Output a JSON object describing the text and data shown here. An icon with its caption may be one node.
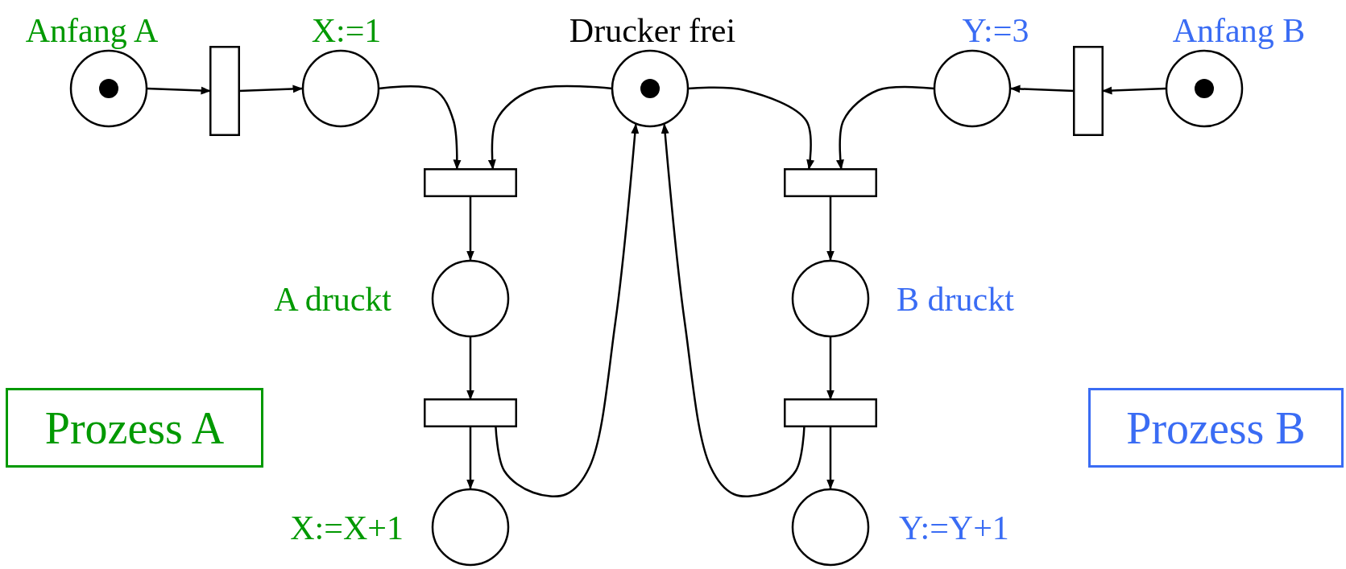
{
  "diagram": {
    "nodes": [
      {
        "text": [
          "Anfang A"
        ]
      },
      {
        "text": [],
        "shape": "bar"
      },
      {
        "text": [
          "X:=1"
        ]
      },
      {
        "text": [
          "Drucker frei"
        ]
      },
      {
        "text": [
          "Y:=3"
        ]
      },
      {
        "text": [],
        "shape": "bar"
      },
      {
        "text": [
          "Anfang B"
        ]
      },
      {
        "text": [],
        "shape": "bar"
      },
      {
        "text": [],
        "shape": "bar"
      },
      {
        "text": [
          "A druckt"
        ]
      },
      {
        "text": [
          "B druckt"
        ]
      },
      {
        "text": [
          "Prozess A"
        ]
      },
      {
        "text": [],
        "shape": "bar"
      },
      {
        "text": [],
        "shape": "bar"
      },
      {
        "text": [
          "Prozess B"
        ]
      },
      {
        "text": [
          "X:=X+1"
        ]
      },
      {
        "text": [
          "Y:=Y+1"
        ]
      }
    ],
    "edges": [
      {
        "from": 0,
        "to": 1,
        "arrow": "to"
      },
      {
        "from": 1,
        "to": 2,
        "arrow": "to"
      },
      {
        "from": 2,
        "to": 7,
        "arrow": "to"
      },
      {
        "from": 3,
        "to": 7,
        "arrow": "to"
      },
      {
        "from": 3,
        "to": 8,
        "arrow": "to"
      },
      {
        "from": 4,
        "to": 8,
        "arrow": "to"
      },
      {
        "from": 6,
        "to": 5,
        "arrow": "to"
      },
      {
        "from": 5,
        "to": 4,
        "arrow": "to"
      },
      {
        "from": 7,
        "to": 9,
        "arrow": "to"
      },
      {
        "from": 9,
        "to": 12,
        "arrow": "to"
      },
      {
        "from": 12,
        "to": 15,
        "arrow": "to"
      },
      {
        "from": 12,
        "to": 3,
        "arrow": "to"
      },
      {
        "from": 8,
        "to": 10,
        "arrow": "to"
      },
      {
        "from": 10,
        "to": 13,
        "arrow": "to"
      },
      {
        "from": 13,
        "to": 16,
        "arrow": "to"
      },
      {
        "from": 13,
        "to": 3,
        "arrow": "to"
      }
    ]
  }
}
